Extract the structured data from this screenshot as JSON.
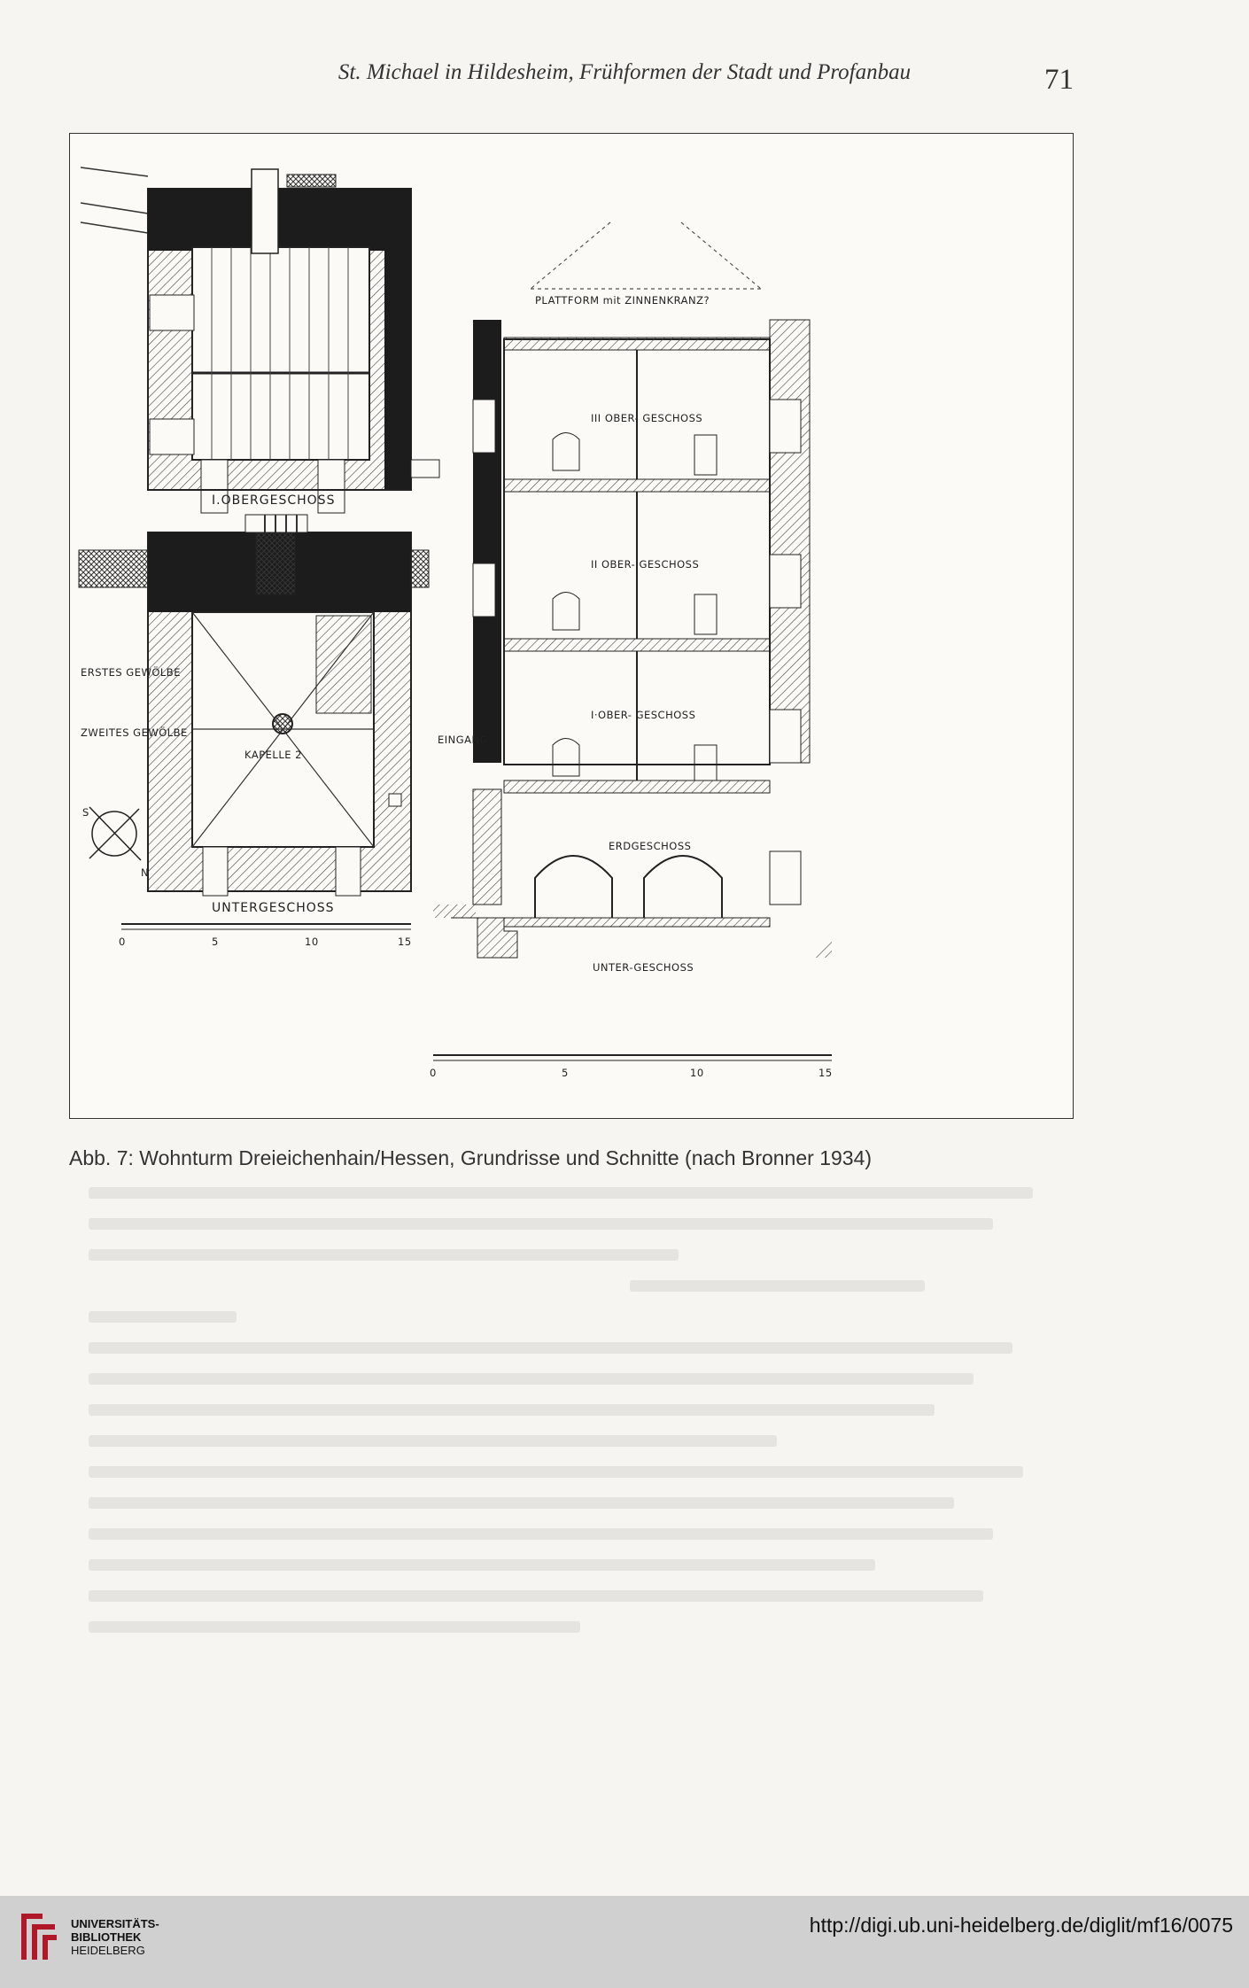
{
  "header": {
    "running_title": "St. Michael in Hildesheim, Frühformen der Stadt und Profanbau",
    "page_number": "71"
  },
  "figure": {
    "plan_labels": {
      "upper_floor": "I.OBERGESCHOSS",
      "lower_floor": "UNTERGESCHOSS",
      "first_vault": "ERSTES GEWÖLBE",
      "second_vault": "ZWEITES GEWÖLBE",
      "chapel": "KAPELLE 2"
    },
    "section_labels": {
      "platform": "PLATTFORM mit ZINNENKRANZ?",
      "third_floor": "III OBER- GESCHOSS",
      "second_floor": "II OBER- GESCHOSS",
      "first_floor": "I·OBER- GESCHOSS",
      "entrance": "EINGANG",
      "ground_floor": "ERDGESCHOSS",
      "basement": "UNTER-GESCHOSS"
    },
    "compass": {
      "n": "N",
      "s": "S"
    },
    "scale_left": [
      "0",
      "5",
      "10",
      "15"
    ],
    "scale_right": [
      "0",
      "5",
      "10",
      "15"
    ]
  },
  "caption": "Abb. 7: Wohnturm Dreieichenhain/Hessen, Grundrisse und Schnitte (nach Bronner 1934)",
  "footer": {
    "library_line1": "UNIVERSITÄTS-",
    "library_line2": "BIBLIOTHEK",
    "library_line3": "HEIDELBERG",
    "url": "http://digi.ub.uni-heidelberg.de/diglit/mf16/0075"
  }
}
